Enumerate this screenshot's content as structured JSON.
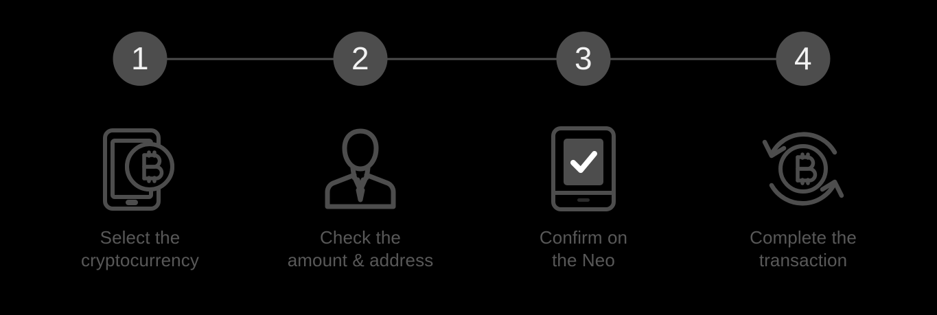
{
  "graphic": {
    "type": "numbered-step-process",
    "background_color": "#000000",
    "accent_color": "#4d4d4d",
    "number_color": "#f2f2f2",
    "caption_color": "#585858",
    "connector_color": "#4d4d4d"
  },
  "steps": [
    {
      "number": "1",
      "icon": "smartphone-bitcoin-icon",
      "caption_line_1": "Select the",
      "caption_line_2": "cryptocurrency"
    },
    {
      "number": "2",
      "icon": "person-suit-icon",
      "caption_line_1": "Check the",
      "caption_line_2": "amount & address"
    },
    {
      "number": "3",
      "icon": "device-checkmark-icon",
      "caption_line_1": "Confirm on",
      "caption_line_2": "the Neo"
    },
    {
      "number": "4",
      "icon": "bitcoin-exchange-arrows-icon",
      "caption_line_1": "Complete the",
      "caption_line_2": "transaction"
    }
  ]
}
